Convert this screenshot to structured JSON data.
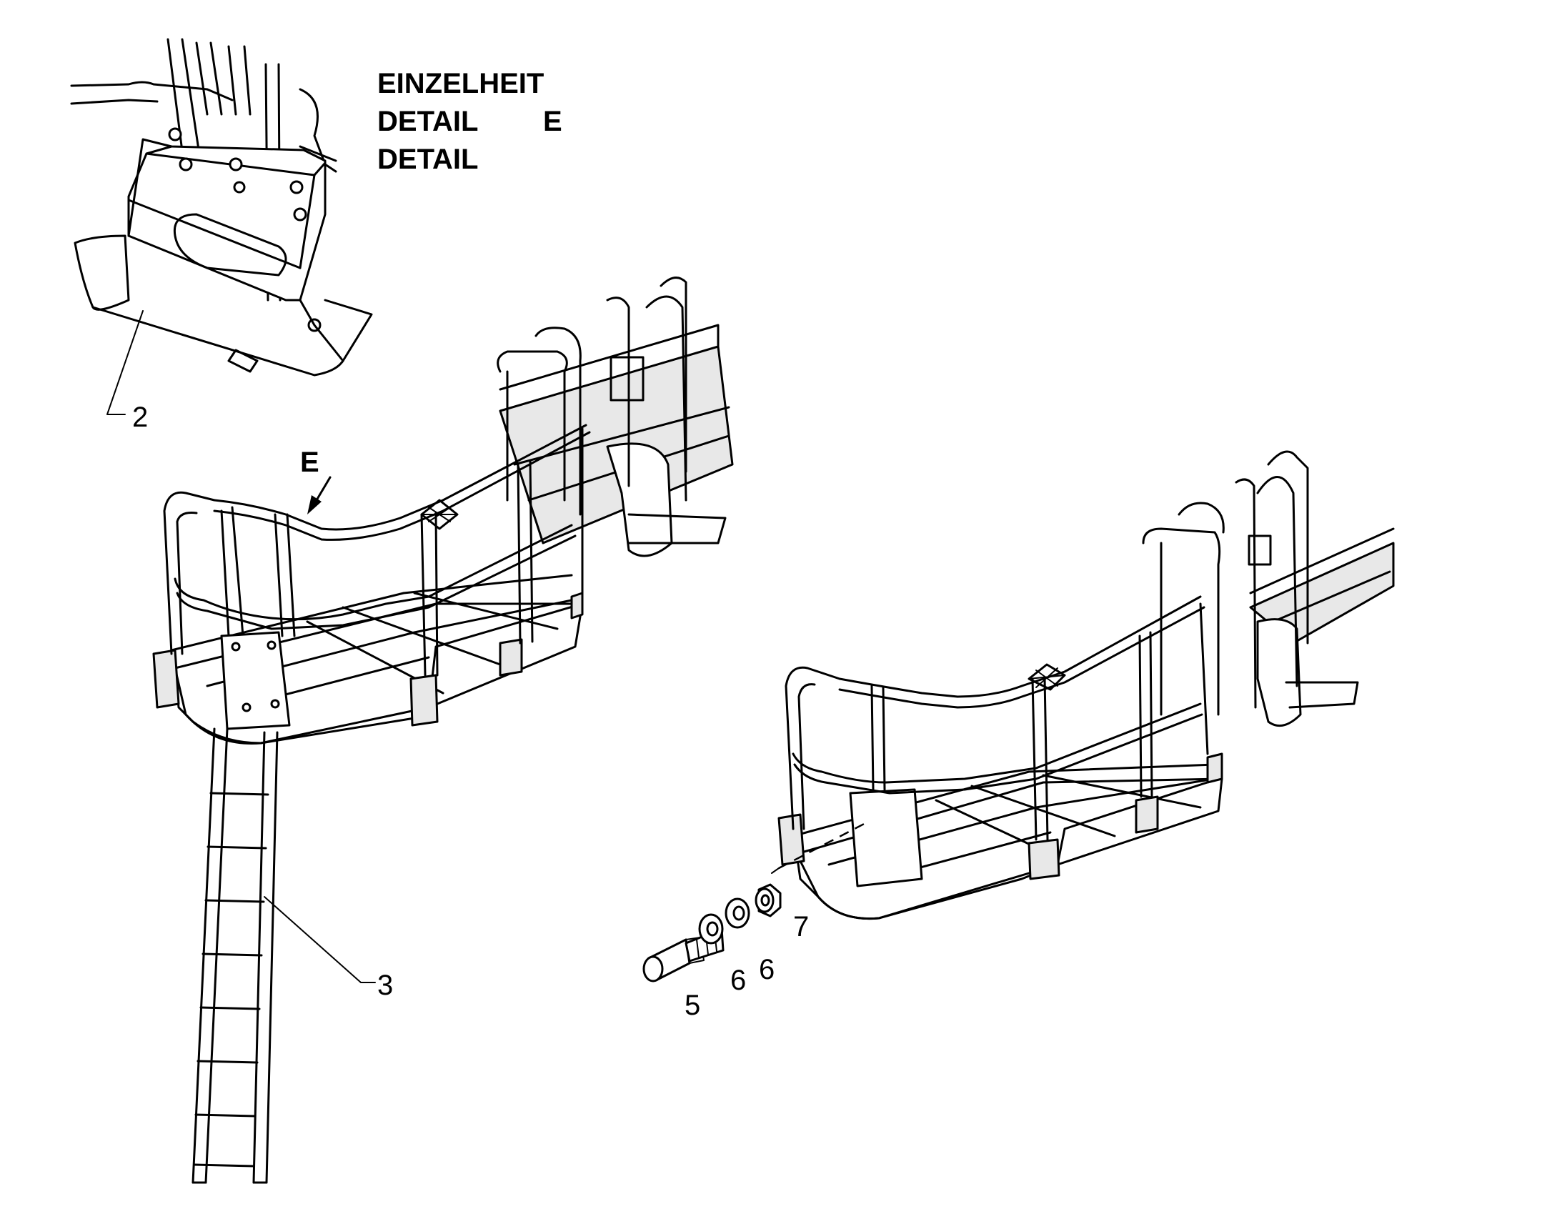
{
  "detail_header": {
    "line1": "EINZELHEIT",
    "line2": "DETAIL",
    "line2_letter": "E",
    "line3": "DETAIL"
  },
  "view_marker": "E",
  "callouts": {
    "c2": "2",
    "c3": "3",
    "c5": "5",
    "c6a": "6",
    "c6b": "6",
    "c7": "7"
  }
}
